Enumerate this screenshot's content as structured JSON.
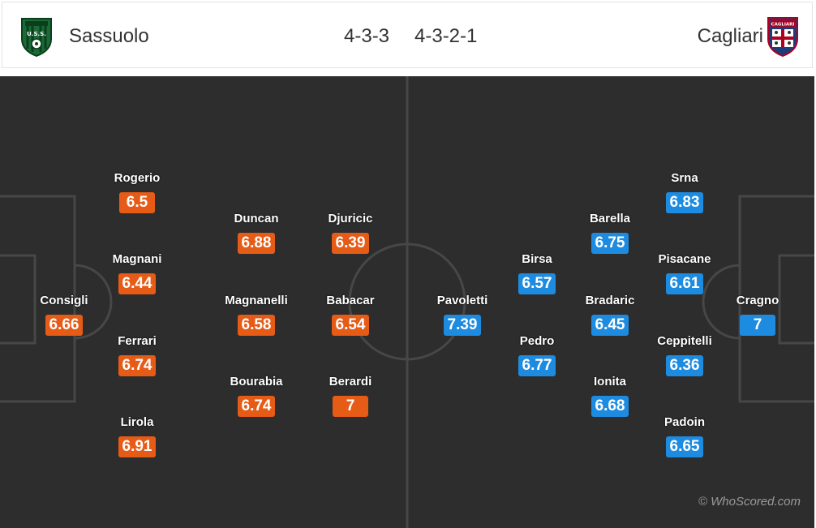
{
  "header": {
    "home_team": "Sassuolo",
    "away_team": "Cagliari",
    "home_formation": "4-3-3",
    "away_formation": "4-3-2-1",
    "home_crest_icon": "sassuolo-crest",
    "home_crest_text": "U.S.S.",
    "away_crest_icon": "cagliari-crest",
    "away_crest_text": "CAGLIARI"
  },
  "colors": {
    "home_rating": "#e65b16",
    "away_rating": "#1d8be0",
    "pitch": "#2d2d2d"
  },
  "home_players": [
    {
      "name": "Consigli",
      "rating": "6.66"
    },
    {
      "name": "Rogerio",
      "rating": "6.5"
    },
    {
      "name": "Magnani",
      "rating": "6.44"
    },
    {
      "name": "Ferrari",
      "rating": "6.74"
    },
    {
      "name": "Lirola",
      "rating": "6.91"
    },
    {
      "name": "Duncan",
      "rating": "6.88"
    },
    {
      "name": "Magnanelli",
      "rating": "6.58"
    },
    {
      "name": "Bourabia",
      "rating": "6.74"
    },
    {
      "name": "Djuricic",
      "rating": "6.39"
    },
    {
      "name": "Babacar",
      "rating": "6.54"
    },
    {
      "name": "Berardi",
      "rating": "7"
    }
  ],
  "away_players": [
    {
      "name": "Pavoletti",
      "rating": "7.39"
    },
    {
      "name": "Birsa",
      "rating": "6.57"
    },
    {
      "name": "Pedro",
      "rating": "6.77"
    },
    {
      "name": "Barella",
      "rating": "6.75"
    },
    {
      "name": "Bradaric",
      "rating": "6.45"
    },
    {
      "name": "Ionita",
      "rating": "6.68"
    },
    {
      "name": "Srna",
      "rating": "6.83"
    },
    {
      "name": "Pisacane",
      "rating": "6.61"
    },
    {
      "name": "Ceppitelli",
      "rating": "6.36"
    },
    {
      "name": "Padoin",
      "rating": "6.65"
    },
    {
      "name": "Cragno",
      "rating": "7"
    }
  ],
  "watermark": "© WhoScored.com"
}
